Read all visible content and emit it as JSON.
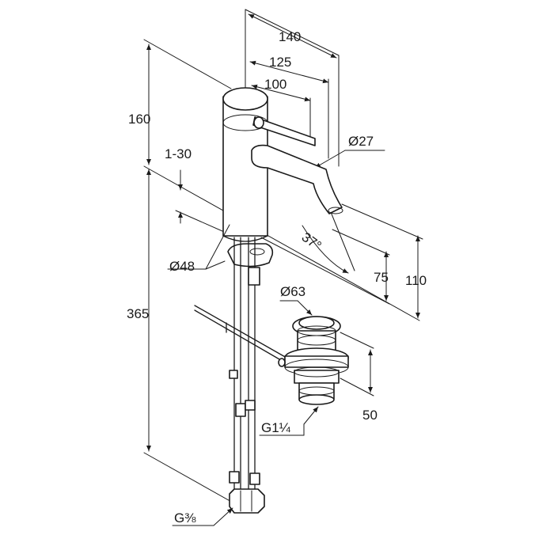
{
  "dimensions": {
    "d140": "140",
    "d125": "125",
    "d100": "100",
    "d160": "160",
    "d1_30": "1-30",
    "d27": "Ø27",
    "d37": "37°",
    "d48": "Ø48",
    "d75": "75",
    "d110": "110",
    "d63": "Ø63",
    "d365": "365",
    "d50": "50",
    "g114": "G1¼",
    "g38": "G⅜"
  }
}
